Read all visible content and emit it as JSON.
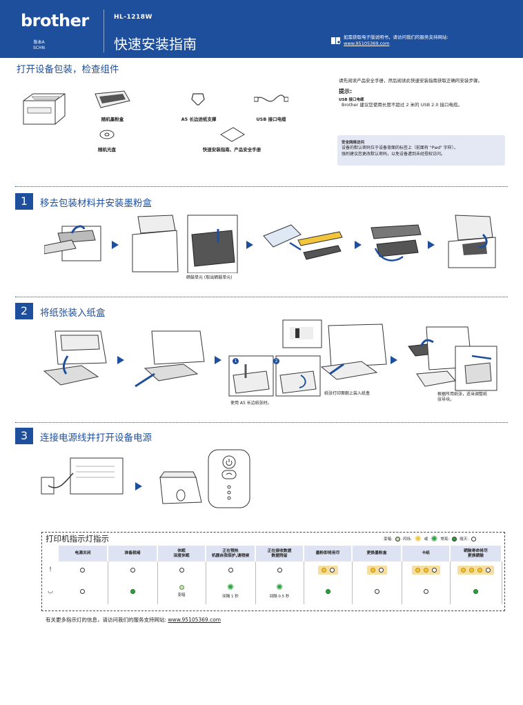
{
  "header": {
    "brand": "brother",
    "version_line1": "版本A",
    "version_line2": "SCHN",
    "model": "HL-1218W",
    "title": "快速安装指南",
    "ebook_text": "如需获取电子版说明书，请访问我们的服务支持网站:",
    "ebook_link": "www.95105369.com"
  },
  "unpack": {
    "title": "打开设备包装，检查组件",
    "items": [
      {
        "label": "随机墨粉盒",
        "icon": "toner-icon"
      },
      {
        "label": "A5 长边进纸支撑",
        "icon": "a5-support-icon"
      },
      {
        "label": "USB 接口电缆",
        "icon": "usb-cable-icon"
      },
      {
        "label": "随机光盘",
        "icon": "cd-icon"
      },
      {
        "label": "快速安装指南、产品安全手册",
        "icon": "manual-icon"
      }
    ],
    "intro": "请先阅读产品安全手册，然后阅读此快速安装指南获取正确的安装步骤。",
    "hint_title": "提示:",
    "usb_title": "USB 接口电缆",
    "usb_text": "Brother 建议您使用长度不超过 2 米的 USB 2.0 接口电缆。",
    "security_title": "安全网络访问",
    "security_line1": "设备的默认密码位于设备背面的标签上（前面有 \"Pwd\" 字样）。",
    "security_line2": "强烈建议您更改默认密码，以免设备遭到未经授权访问。"
  },
  "steps": [
    {
      "num": "1",
      "title": "移去包装材料并安装墨粉盒",
      "caption": "硒鼓单元 (取出硒鼓单元)"
    },
    {
      "num": "2",
      "title": "将纸张装入纸盒",
      "caption_a5": "使用 A5 长边纸张时。",
      "caption_paper": "纸张打印面朝上装入纸盒",
      "caption_guide_1": "根据所用纸张，适当调整纸",
      "caption_guide_2": "张导块。",
      "badge1": "1",
      "badge2": "2"
    },
    {
      "num": "3",
      "title": "连接电源线并打开设备电源"
    }
  ],
  "led": {
    "title": "打印机指示灯指示",
    "legend": {
      "on": "常亮:",
      "off": "熄灭:",
      "blink": "闪烁:",
      "or": "或",
      "steady_label": "变暗:"
    },
    "columns": [
      {
        "l1": "电源关闭",
        "l2": ""
      },
      {
        "l1": "准备就绪",
        "l2": ""
      },
      {
        "l1": "休眠",
        "l2": "深度休眠"
      },
      {
        "l1": "正在预热",
        "l2": "机器自我保护,请稍候"
      },
      {
        "l1": "正在接收数据",
        "l2": "数据残留"
      },
      {
        "l1": "墨粉即将用尽",
        "l2": ""
      },
      {
        "l1": "更换墨粉盒",
        "l2": ""
      },
      {
        "l1": "卡纸",
        "l2": ""
      },
      {
        "l1": "硒鼓寿命将尽",
        "l2": "更换硒鼓"
      }
    ],
    "row_error_icon": "!",
    "row_ready_icon": "◡",
    "sleep_sub": "变暗",
    "warm_sub": "间隔 1 秒",
    "recv_sub": "间隔 0.5 秒"
  },
  "footer": {
    "text": "有关更多指示灯的信息，请访问我们的服务支持网站: ",
    "link": "www.95105369.com"
  },
  "colors": {
    "brand_blue": "#1e4f9c",
    "led_green": "#2aa33a",
    "led_amber": "#f2c53b"
  }
}
